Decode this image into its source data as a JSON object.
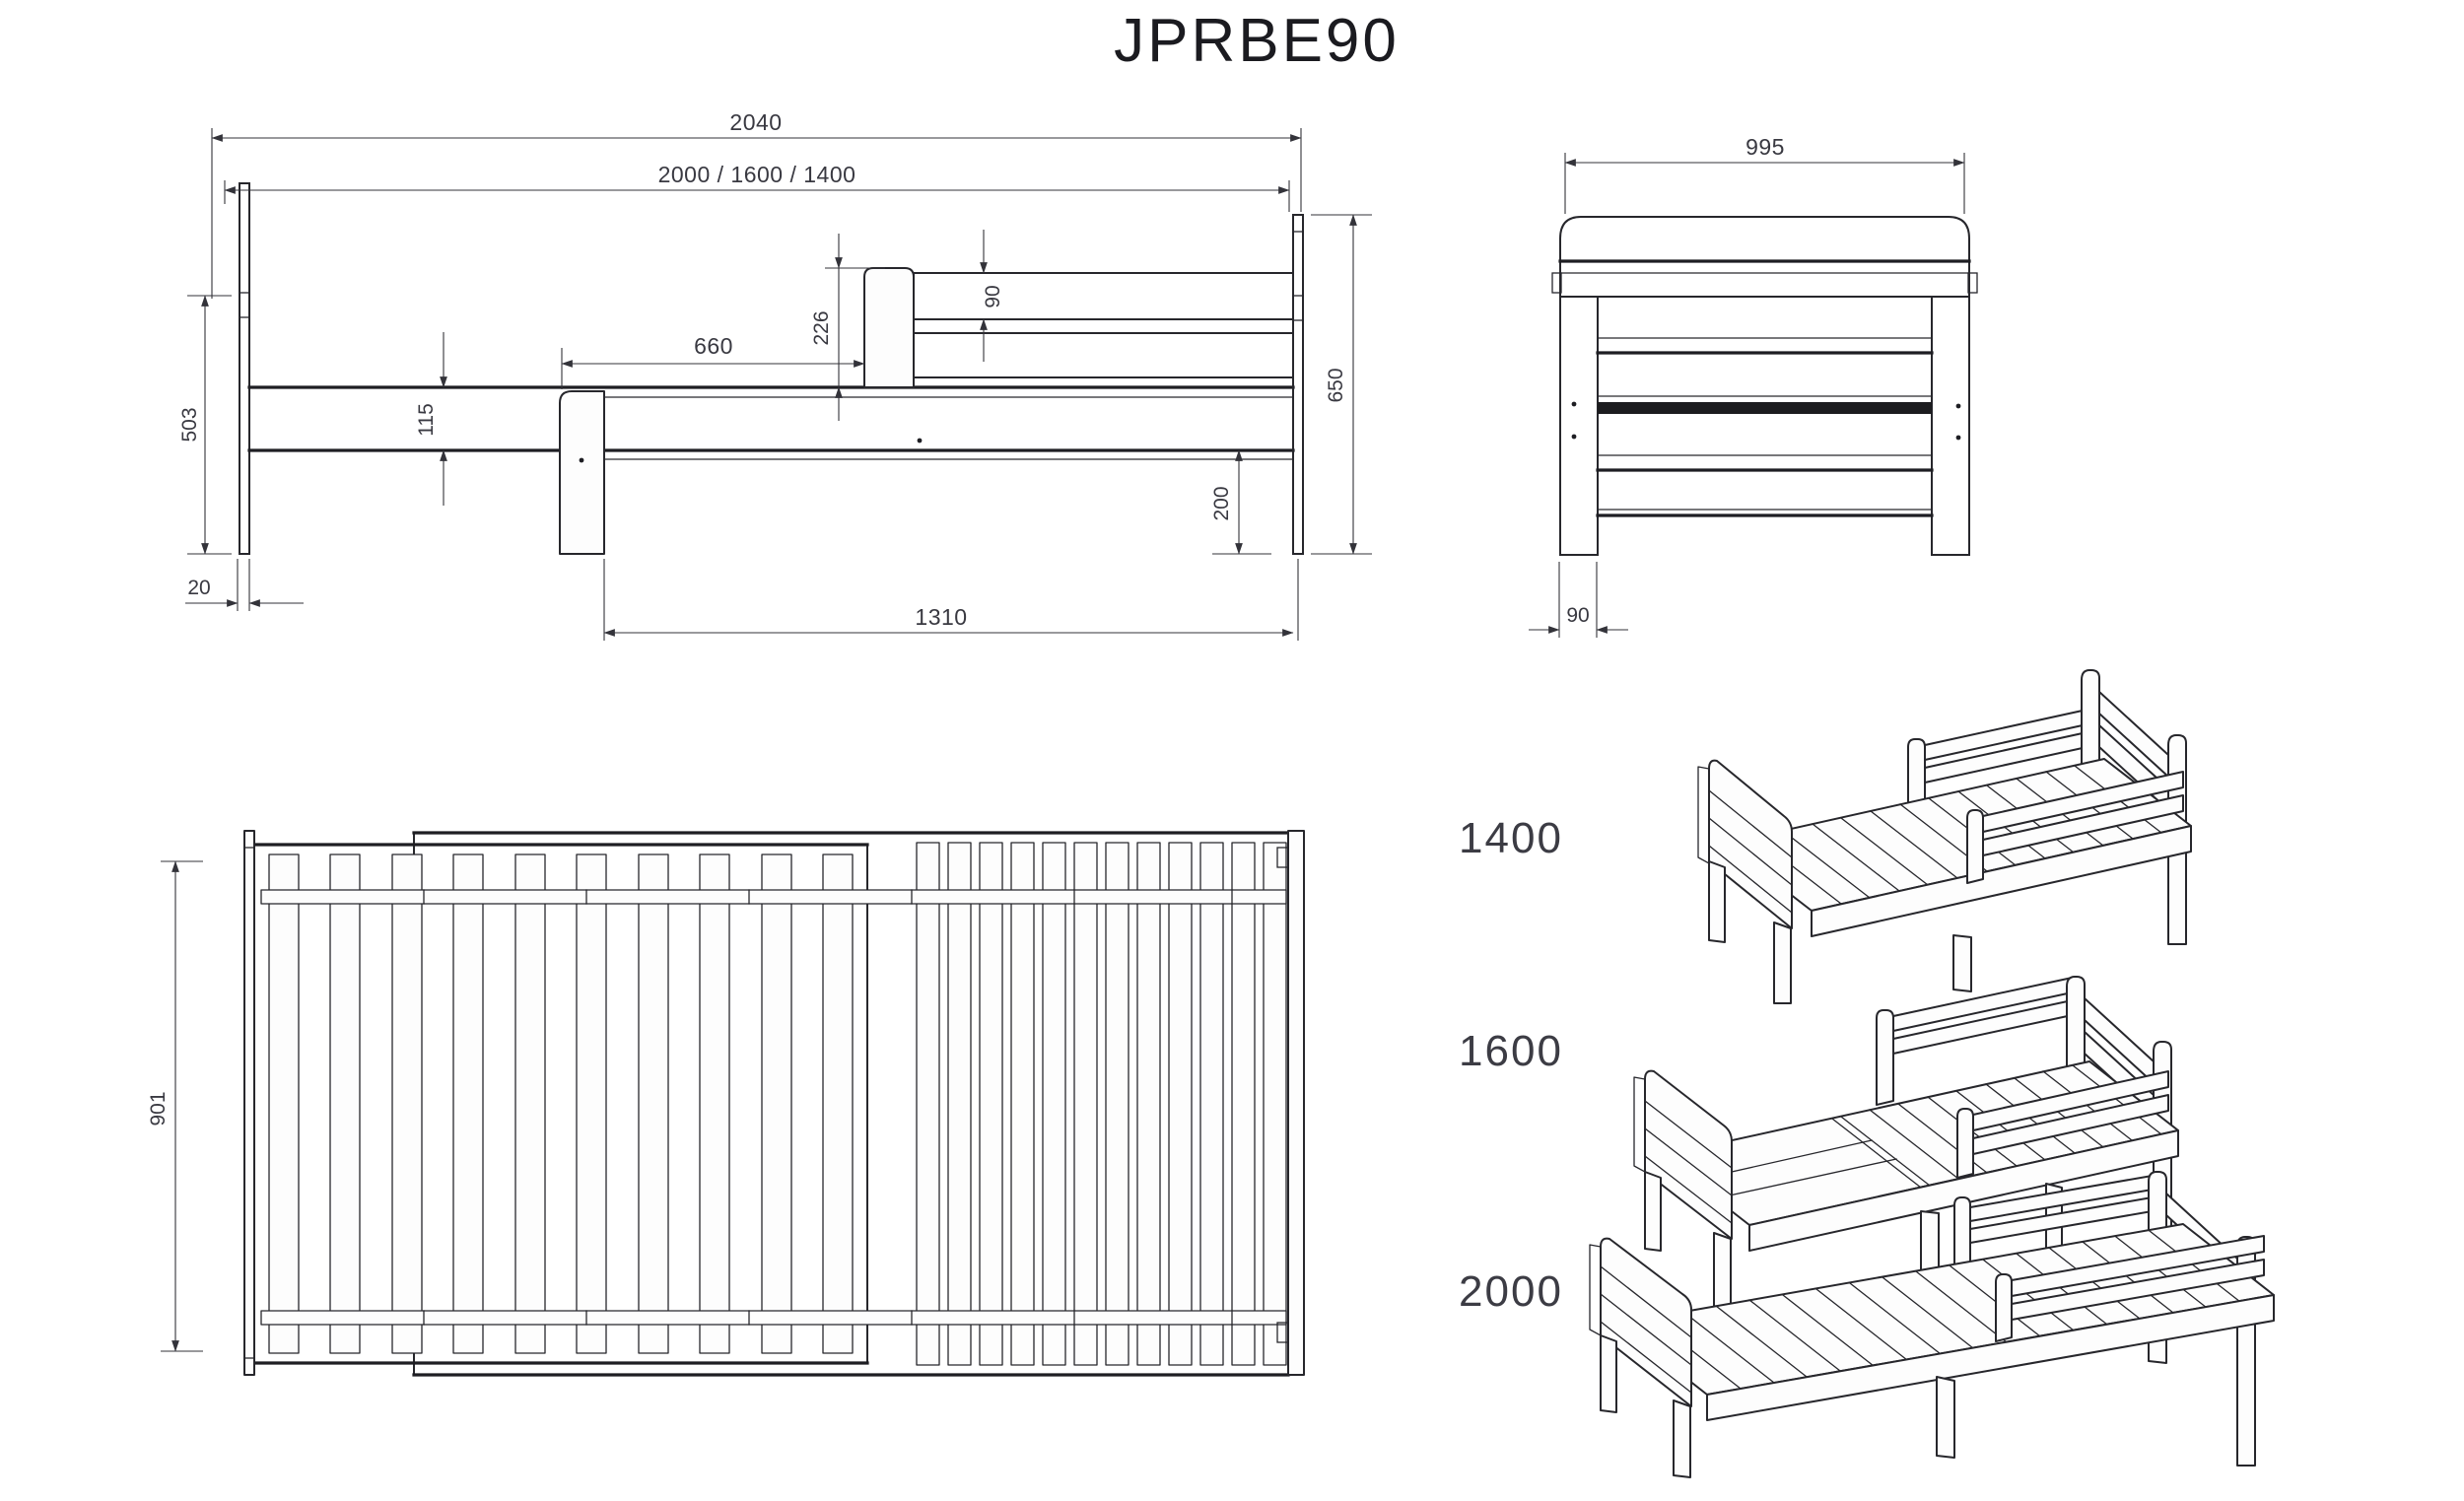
{
  "title": "JPRBE90",
  "colors": {
    "line": "#27272c",
    "dimension_text": "#393941",
    "background": "#ffffff"
  },
  "side_view": {
    "dim_overall_length": "2040",
    "dim_variant_lengths": "2000 / 1600 / 1400",
    "dim_slat_offset": "660",
    "dim_guard_above_frame": "226",
    "dim_guard_plank_height": "90",
    "dim_headboard_height": "650",
    "dim_footboard_height": "503",
    "dim_frame_rail_height": "115",
    "dim_footboard_thickness": "20",
    "dim_underbed_clearance": "200",
    "dim_leg_span": "1310"
  },
  "front_view": {
    "dim_overall_width": "995",
    "dim_leg_width": "90"
  },
  "top_view": {
    "dim_inner_width": "901"
  },
  "variants": {
    "v1400": "1400",
    "v1600": "1600",
    "v2000": "2000"
  }
}
